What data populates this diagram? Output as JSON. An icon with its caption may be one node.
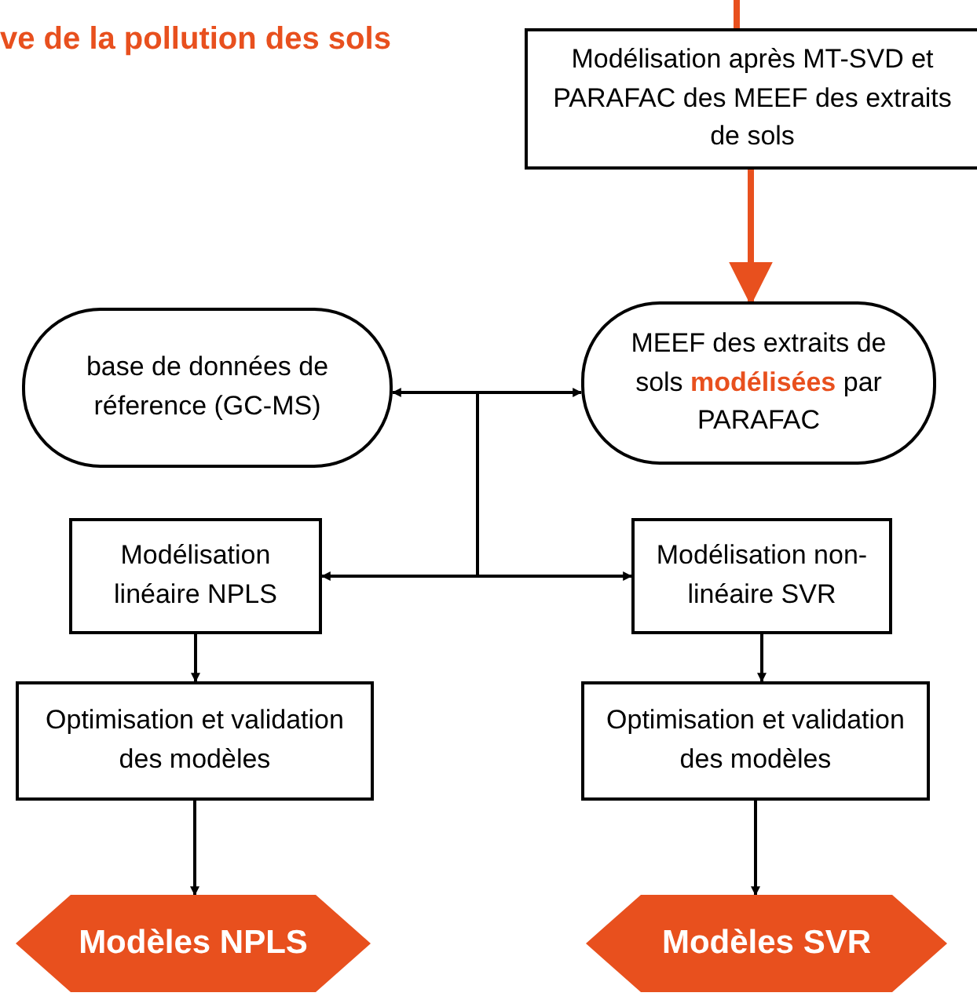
{
  "diagram": {
    "title": "ve de la pollution des sols",
    "nodes": [
      {
        "text": [
          "Modélisation après MT-SVD et PARAFAC des MEEF des extraits de sols"
        ]
      },
      {
        "text": [
          "base de données de réference (GC-MS)"
        ]
      },
      {
        "text": [
          "MEEF des extraits de sols **modélisées** par PARAFAC"
        ]
      },
      {
        "text": [
          "Modélisation linéaire NPLS"
        ]
      },
      {
        "text": [
          "Modélisation non-linéaire SVR"
        ]
      },
      {
        "text": [
          "Optimisation et validation des modèles"
        ]
      },
      {
        "text": [
          "Optimisation et validation des modèles"
        ]
      },
      {
        "text": [
          "Modèles NPLS"
        ]
      },
      {
        "text": [
          "Modèles SVR"
        ]
      }
    ],
    "edges": [
      {
        "from": null,
        "to": 0,
        "arrow": "none",
        "style": "thick",
        "color": "#e8501e"
      },
      {
        "from": 0,
        "to": 2,
        "arrow": "to",
        "style": "thick",
        "color": "#e8501e"
      },
      {
        "from": 1,
        "to": 2,
        "arrow": "both"
      },
      {
        "from": 2,
        "to": 3,
        "arrow": "to"
      },
      {
        "from": 2,
        "to": 4,
        "arrow": "to"
      },
      {
        "from": 3,
        "to": 5,
        "arrow": "to"
      },
      {
        "from": 4,
        "to": 6,
        "arrow": "to"
      },
      {
        "from": 5,
        "to": 7,
        "arrow": "to"
      },
      {
        "from": 6,
        "to": 8,
        "arrow": "to"
      }
    ]
  }
}
